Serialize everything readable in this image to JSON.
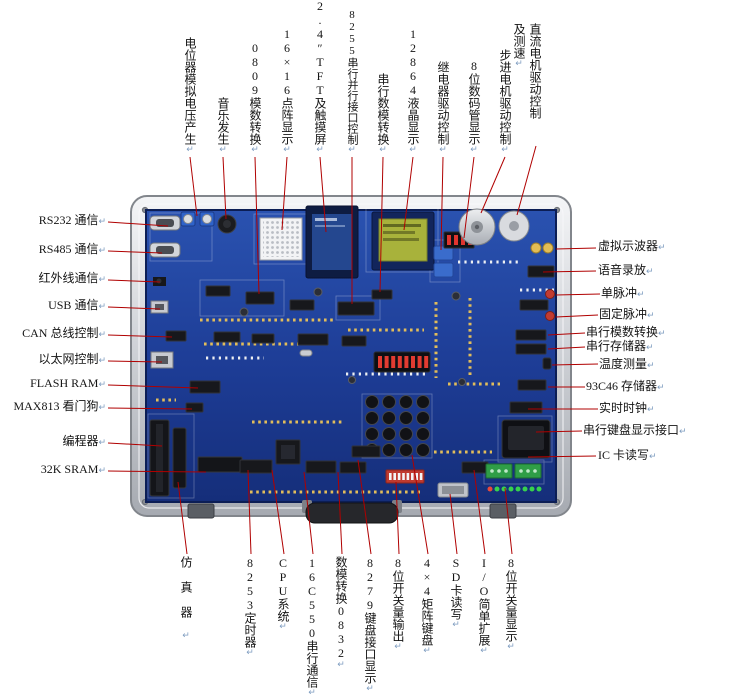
{
  "marks": {
    "para": "↵"
  },
  "colors": {
    "leader_line": "#b00000",
    "pcb_blue": "#1d3c95",
    "case_silver": "#c9ccd2",
    "lcd_green": "#a8b23b",
    "label_text": "#141414"
  },
  "labels": {
    "top": [
      "电位器模拟电压产生",
      "音乐发生",
      "0809模数转换",
      "16×16点阵显示",
      "2.4″TFT及触摸屏",
      "8255串行并行接口控制",
      "串行数模转换",
      "12864液晶显示",
      "继电器驱动控制",
      "8位数码管显示",
      "步进电机驱动控制",
      {
        "line1": "直流电机驱动控制",
        "line2": "及测速"
      }
    ],
    "left": [
      "RS232 通信",
      "RS485 通信",
      "红外线通信",
      "USB 通信",
      "CAN 总线控制",
      "以太网控制",
      "FLASH RAM",
      "MAX813 看门狗",
      "编程器",
      "32K SRAM"
    ],
    "right": [
      "虚拟示波器",
      "语音录放",
      "单脉冲",
      "固定脉冲",
      "串行模数转换",
      "串行存储器",
      "温度测量",
      "93C46 存储器",
      "实时时钟",
      "串行键盘显示接口",
      "IC 卡读写"
    ],
    "bottom": [
      "仿真器",
      "8253定时器",
      "CPU系统",
      "16C550串行通信",
      "数模转换0832",
      "8279键盘接口显示",
      "8位开关量输出",
      "4×4矩阵键盘",
      "SD卡读写",
      "I/O简单扩展",
      "8位开关量显示"
    ]
  }
}
